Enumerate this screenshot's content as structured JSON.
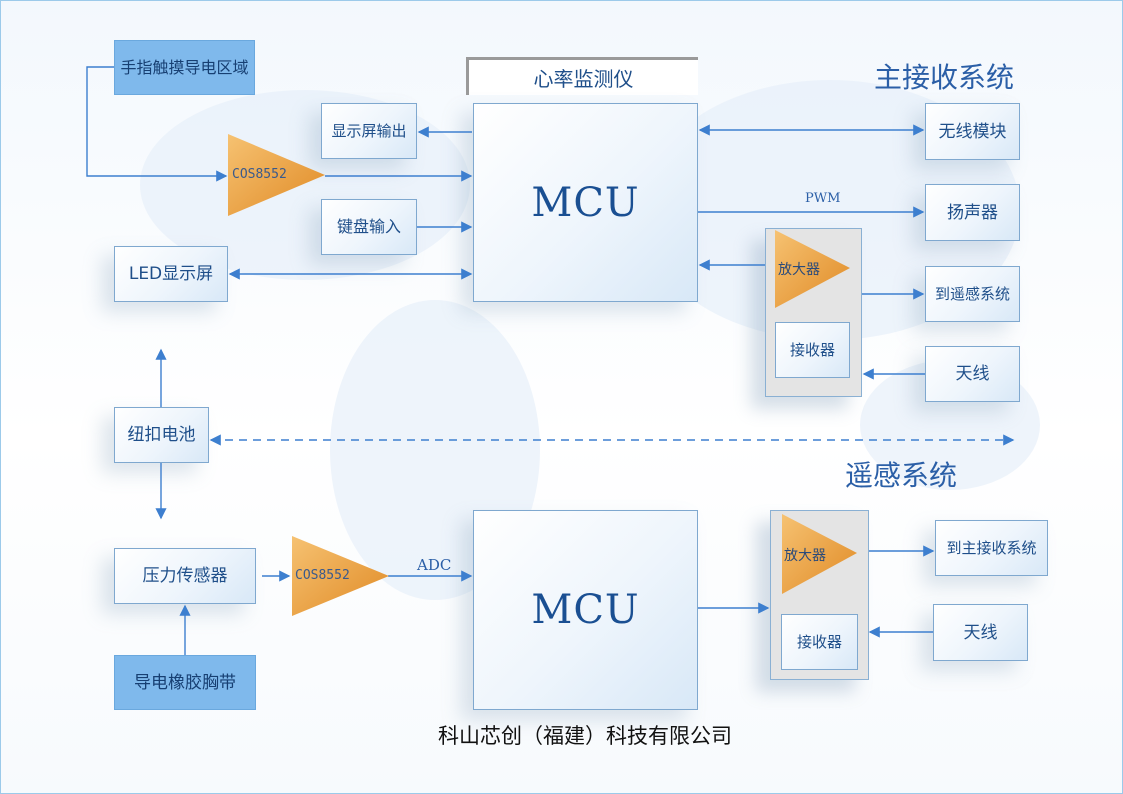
{
  "title": "心率监测仪",
  "main_system_title": "主接收系统",
  "remote_system_title": "遥感系统",
  "footer": "科山芯创（福建）科技有限公司",
  "upper": {
    "touch_area": "手指触摸导电区域",
    "amp_chip": "COS8552",
    "display_output": "显示屏输出",
    "keyboard_input": "键盘输入",
    "led_display": "LED显示屏",
    "mcu": "MCU",
    "wireless_module": "无线模块",
    "pwm_label": "PWM",
    "speaker": "扬声器",
    "amplifier": "放大器",
    "receiver": "接收器",
    "to_remote": "到遥感系统",
    "antenna": "天线"
  },
  "battery": "纽扣电池",
  "lower": {
    "pressure_sensor": "压力传感器",
    "amp_chip": "COS8552",
    "adc_label": "ADC",
    "chest_strap": "导电橡胶胸带",
    "mcu": "MCU",
    "amplifier": "放大器",
    "receiver": "接收器",
    "to_main": "到主接收系统",
    "antenna": "天线"
  },
  "colors": {
    "accent": "#2b5fa7",
    "arrow": "#3d7fcf",
    "triangle": "#f0a640",
    "highlight_box": "#7fb9ec"
  }
}
